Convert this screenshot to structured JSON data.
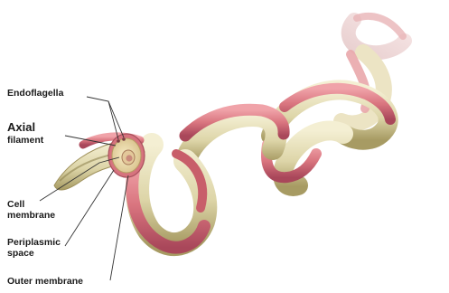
{
  "labels": {
    "endoflagella": "Endoflagella",
    "axial": "Axial",
    "filament": "filament",
    "cell": "Cell",
    "membrane": "membrane",
    "periplasmic": "Periplasmic",
    "space": "space",
    "outer_membrane": "Outer membrane"
  },
  "colors": {
    "outer_sheath": "#d9757f",
    "outer_sheath_dark": "#b8525e",
    "inner_body": "#e3dcb2",
    "inner_body_dark": "#b9ae78",
    "leader_line": "#333333"
  }
}
